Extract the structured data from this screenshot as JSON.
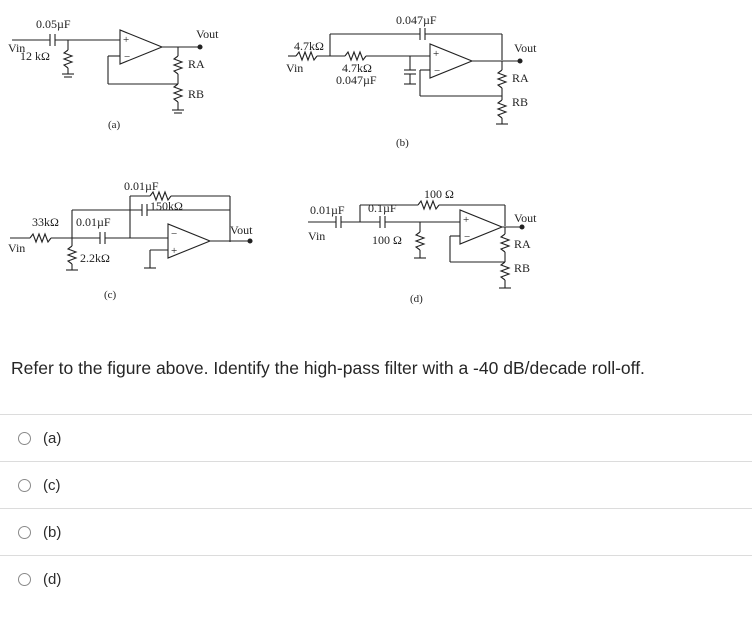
{
  "figure": {
    "a": {
      "tag": "(a)",
      "cap": "0.05µF",
      "res": "12 kΩ",
      "vin": "Vin",
      "vout": "Vout",
      "ra": "RA",
      "rb": "RB"
    },
    "b": {
      "tag": "(b)",
      "r1": "4.7kΩ",
      "c1": "0.047µF",
      "r2": "4.7kΩ",
      "c2": "0.047µF",
      "vin": "Vin",
      "vout": "Vout",
      "ra": "RA",
      "rb": "RB"
    },
    "c": {
      "tag": "(c)",
      "r1": "33kΩ",
      "c1": "0.01µF",
      "c2": "0.01µF",
      "r2": "150kΩ",
      "r3": "2.2kΩ",
      "vin": "Vin",
      "vout": "Vout"
    },
    "d": {
      "tag": "(d)",
      "c1": "0.01µF",
      "c2": "0.1µF",
      "r1": "100 Ω",
      "r2": "100 Ω",
      "vin": "Vin",
      "vout": "Vout",
      "ra": "RA",
      "rb": "RB"
    }
  },
  "question": "Refer to the figure above. Identify the high-pass filter with a -40 dB/decade roll-off.",
  "options": [
    "(a)",
    "(c)",
    "(b)",
    "(d)"
  ]
}
